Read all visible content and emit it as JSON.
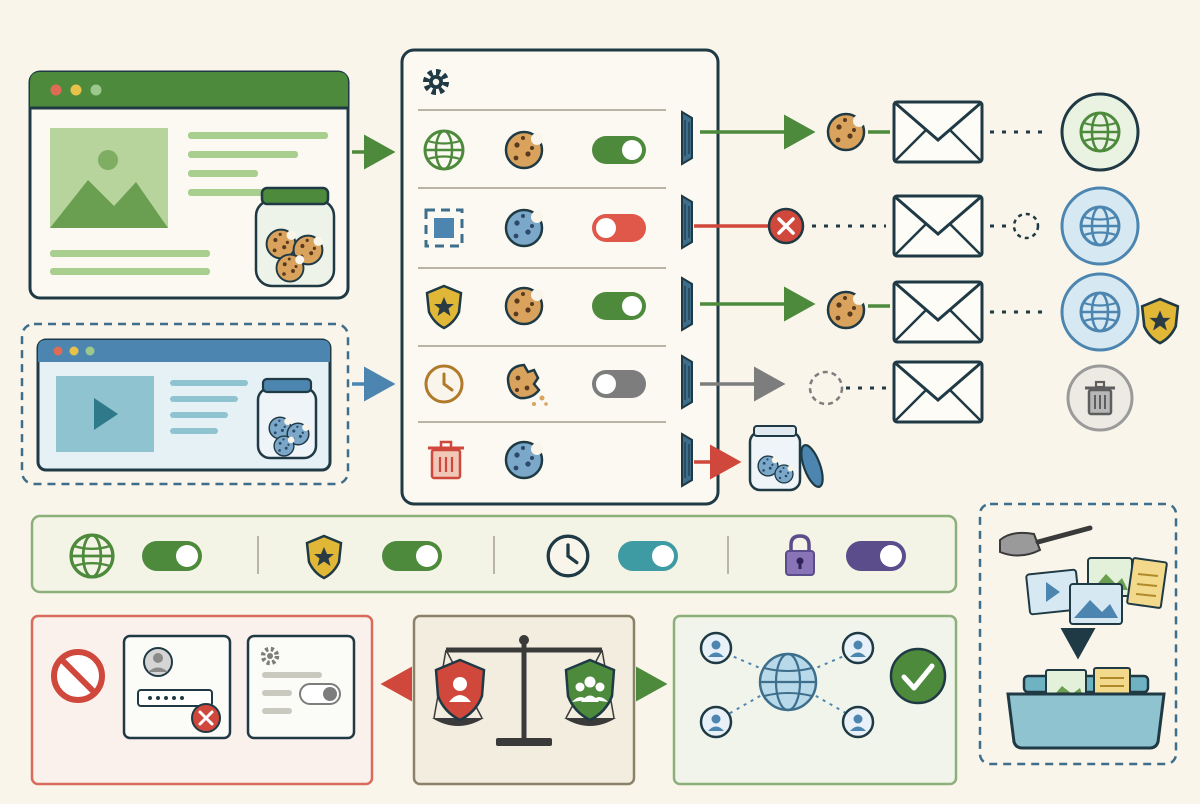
{
  "diagram": {
    "kind": "cookie-consent-flow-illustration",
    "text_labels": []
  },
  "colors": {
    "background": "#f9f5ea",
    "outline": "#1f3a44",
    "green": "#4d8a3c",
    "light_green": "#a9cf8e",
    "blue": "#4c86b0",
    "light_blue": "#b8d9ea",
    "teal": "#3f9ba3",
    "red": "#d0483b",
    "gold": "#e0b736",
    "purple": "#5b4c8c",
    "gray": "#7d7d7d",
    "cookie": "#d9a35e",
    "blue_cookie": "#7ba7c9"
  },
  "sources": [
    {
      "id": "website",
      "media": "image-icon",
      "theme": "green",
      "jar": "cookie-jar-icon"
    },
    {
      "id": "video-site",
      "media": "play-icon",
      "theme": "blue",
      "jar": "blue-cookie-jar-icon",
      "dashed": true
    }
  ],
  "consent_rows": [
    {
      "category": "globe-icon",
      "cookie": "cookie-icon",
      "toggle": "on",
      "flow": "allowed",
      "destination": "globe-icon"
    },
    {
      "category": "tracking-square-icon",
      "cookie": "blue-cookie-icon",
      "toggle": "off",
      "flow": "blocked",
      "destination": "blue-globe-icon"
    },
    {
      "category": "shield-star-icon",
      "cookie": "cookie-icon",
      "toggle": "on",
      "flow": "allowed",
      "destination": "blue-globe-icon",
      "badge": "shield-star-icon"
    },
    {
      "category": "clock-icon",
      "cookie": "crumbling-cookie-icon",
      "toggle": "off-gray",
      "flow": "expired",
      "destination": "trash-icon"
    },
    {
      "category": "trash-icon",
      "cookie": "blue-cookie-icon",
      "toggle": "none",
      "flow": "deleted",
      "destination": "open-jar-icon"
    }
  ],
  "preference_bar": [
    {
      "icon": "globe-icon",
      "toggle": "on",
      "color": "#4d8a3c"
    },
    {
      "icon": "shield-star-icon",
      "toggle": "on",
      "color": "#4d8a3c"
    },
    {
      "icon": "clock-icon",
      "toggle": "on",
      "color": "#3f9ba3"
    },
    {
      "icon": "lock-icon",
      "toggle": "on",
      "color": "#5b4c8c"
    }
  ],
  "bottom_panels": [
    {
      "id": "reject",
      "icons": [
        "no-entry-icon",
        "login-form-icon",
        "settings-form-icon"
      ]
    },
    {
      "id": "balance",
      "icons": [
        "scales-icon",
        "personal-shield-icon",
        "group-shield-icon"
      ]
    },
    {
      "id": "share",
      "icons": [
        "network-globe-icon",
        "user-icons",
        "check-icon"
      ]
    },
    {
      "id": "archive",
      "icons": [
        "scoop-icon",
        "media-files-icon",
        "storage-tray-icon"
      ]
    }
  ]
}
